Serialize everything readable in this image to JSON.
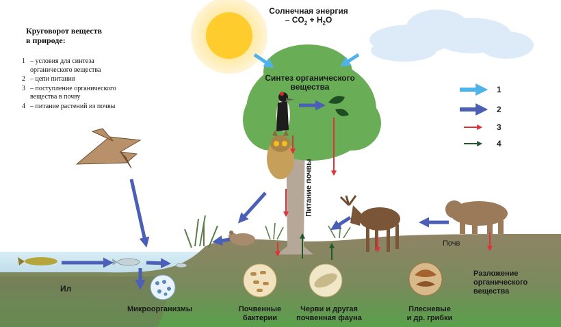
{
  "legend": {
    "title": "Круговорот веществ\nв природе:",
    "items": [
      {
        "num": "1",
        "text": "– условия для синтеза\n   органического вещества"
      },
      {
        "num": "2",
        "text": "– цепи питания"
      },
      {
        "num": "3",
        "text": "– поступление органического\n   вещества в почву"
      },
      {
        "num": "4",
        "text": "– питание растений из почвы"
      }
    ]
  },
  "arrow_key": [
    {
      "num": "1",
      "color": "#4fb3e8"
    },
    {
      "num": "2",
      "color": "#4a5fb5"
    },
    {
      "num": "3",
      "color": "#e0303a"
    },
    {
      "num": "4",
      "color": "#1f5a2a"
    }
  ],
  "labels": {
    "solar_line1": "Солнечная энергия",
    "solar_line2_pre": "– CO",
    "solar_sub1": "2",
    "solar_mid": " + H",
    "solar_sub2": "2",
    "solar_post": "O",
    "synthesis": "Синтез органического\nвещества",
    "soil_nutrition": "Питание почвы",
    "silt": "Ил",
    "soil": "Почв",
    "microorganisms": "Микроорганизмы",
    "soil_bacteria": "Почвенные\nбактерии",
    "worms": "Черви и другая\nпочвенная фауна",
    "molds": "Плесневые\nи др. грибки",
    "decomposition": "Разложение\nорганического\nвещества"
  },
  "colors": {
    "sky_blue": "#4fb3e8",
    "food_chain_blue": "#4a5fb5",
    "organic_red": "#e0303a",
    "soil_green": "#1f5a2a",
    "tree_green": "#6aad57",
    "soil_brown": "#8a7a5c",
    "water": "#c9e3ef"
  }
}
